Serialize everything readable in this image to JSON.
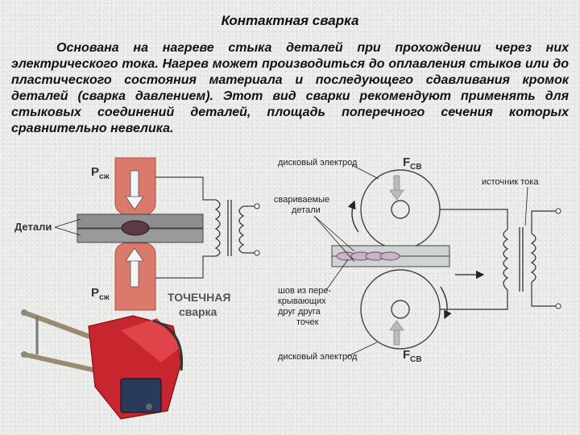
{
  "title": "Контактная сварка",
  "paragraph": "Основана на нагреве стыка деталей при прохождении через них электрического тока. Нагрев может производиться до оплавления стыков или до пластического состояния материала и последующего сдавливания кромок деталей (сварка давлением). Этот вид сварки рекомендуют применять для стыковых соединений деталей, площадь поперечного сечения которых сравнительно невелика.",
  "left_diagram": {
    "force_top": "P",
    "force_top_sub": "сж",
    "force_bottom": "P",
    "force_bottom_sub": "сж",
    "parts_label": "Детали",
    "caption_line1": "ТОЧЕЧНАЯ",
    "caption_line2": "сварка"
  },
  "right_diagram": {
    "top_electrode_label": "дисковый электрод",
    "force_top": "F",
    "force_top_sub": "СВ",
    "current_source_label": "источник тока",
    "welded_parts_label_line1": "свариваемые",
    "welded_parts_label_line2": "детали",
    "seam_label_line1": "шов из пере-",
    "seam_label_line2": "крывающих",
    "seam_label_line3": "друг друга",
    "seam_label_line4": "точек",
    "bottom_electrode_label": "дисковый электрод",
    "force_bottom": "F",
    "force_bottom_sub": "СВ"
  },
  "colors": {
    "electrode": "#d97a6c",
    "electrode_dark": "#b34c3f",
    "plate": "#8e8e8e",
    "nugget": "#5a3a45",
    "machine_red": "#c8262e"
  }
}
